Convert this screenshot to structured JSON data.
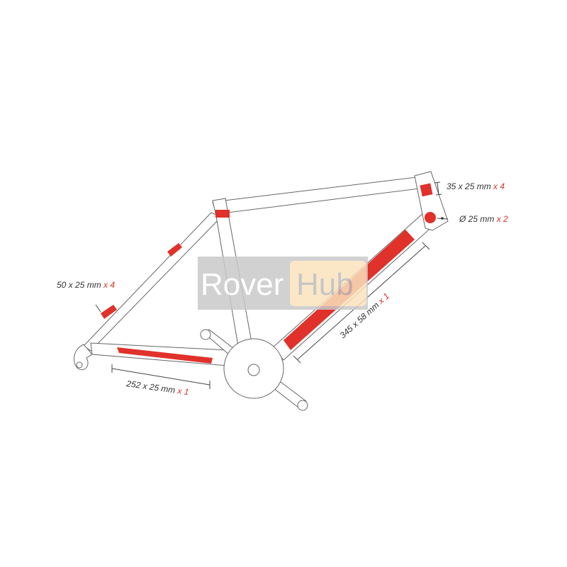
{
  "diagram": {
    "labels": [
      {
        "size": "35 x 25 mm",
        "qty": "x 4"
      },
      {
        "size": "Ø 25 mm",
        "qty": "x 2"
      },
      {
        "size": "50 x 25 mm",
        "qty": "x 4"
      },
      {
        "size": "345 x 58 mm",
        "qty": "x 1"
      },
      {
        "size": "252 x 25 mm",
        "qty": "x 1"
      }
    ]
  },
  "watermark": {
    "part1": "Rover",
    "part2": "Hub"
  },
  "colors": {
    "patch": "#e0312a",
    "frame_stroke": "#555555",
    "text": "#333333"
  }
}
